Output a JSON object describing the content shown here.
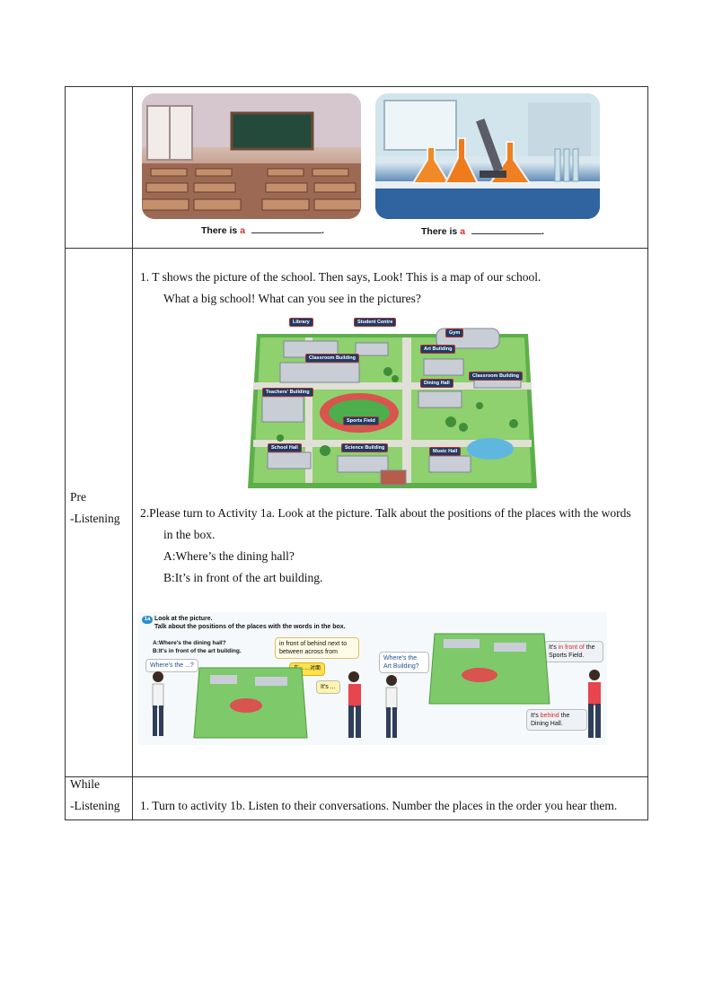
{
  "row1": {
    "caption_prefix": "There is",
    "caption_article": "a",
    "caption_suffix": "."
  },
  "row2": {
    "stage_line1": "Pre",
    "stage_line2": "-Listening",
    "step1_line1": "1. T shows the picture of the school. Then says, Look! This is a map of our school.",
    "step1_line2": "What a big school! What can you see in the pictures?",
    "map_labels": {
      "library": "Library",
      "student_centre": "Student Centre",
      "gym": "Gym",
      "art_building": "Art Building",
      "classroom_building": "Classroom Building",
      "classroom_building_2": "Classroom Building",
      "teachers_building": "Teachers' Building",
      "dining_hall": "Dining Hall",
      "sports_field": "Sports Field",
      "school_hall": "School Hall",
      "science_building": "Science Building",
      "music_hall": "Music Hall"
    },
    "step2_line1": "2.Please turn to Activity  1a. Look at the picture. Talk about the positions of the places with the words",
    "step2_line2": "in the box.",
    "dialog_a": "A:Where’s  the dining hall?",
    "dialog_b": "B:It’s in front of the art building.",
    "activity": {
      "badge": "1a",
      "title1": "Look at the picture.",
      "title2": "Talk about the positions of the places with the words in the box.",
      "q": "A:Where's the dining hall?",
      "a": "B:It's in front of the art building.",
      "ask": "Where's the ...?",
      "words_row1": "in front of    behind    next to",
      "words_row2": "between    across from",
      "cn_hint": "在……对面",
      "answer": "It's ...",
      "bubble_q": "Where's the Art Building?",
      "bubble_a1_pre": "It's ",
      "bubble_a1_red": "in front of",
      "bubble_a1_post": " the Sports Field.",
      "bubble_a2_pre": "It's ",
      "bubble_a2_red": "behind",
      "bubble_a2_post": " the Dining Hall."
    }
  },
  "row3": {
    "stage_line1": "While",
    "stage_line2": "-Listening",
    "step1": "1. Turn to activity  1b. Listen to their conversations. Number the places in the order you hear them."
  },
  "colors": {
    "red": "#d42b2b",
    "grass": "#6fbf5a",
    "road": "#d8d8d0"
  }
}
